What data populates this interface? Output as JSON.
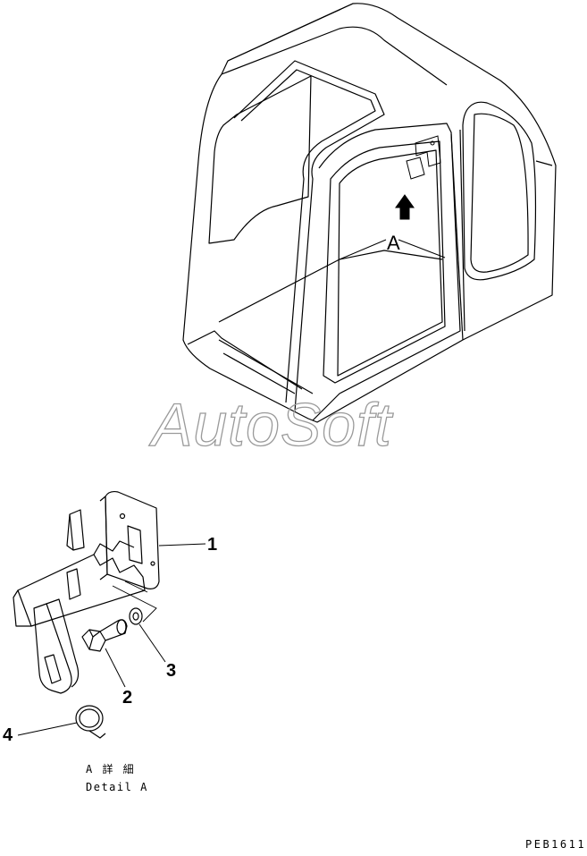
{
  "watermark": {
    "text": "AutoSoft"
  },
  "view_label": "A",
  "callouts": [
    "1",
    "2",
    "3",
    "4"
  ],
  "caption": {
    "jp": "A 詳 細",
    "en": "Detail A"
  },
  "drawing_code": "PEB1611",
  "colors": {
    "line": "#000000",
    "watermark_stroke": "#9a9a9a"
  }
}
